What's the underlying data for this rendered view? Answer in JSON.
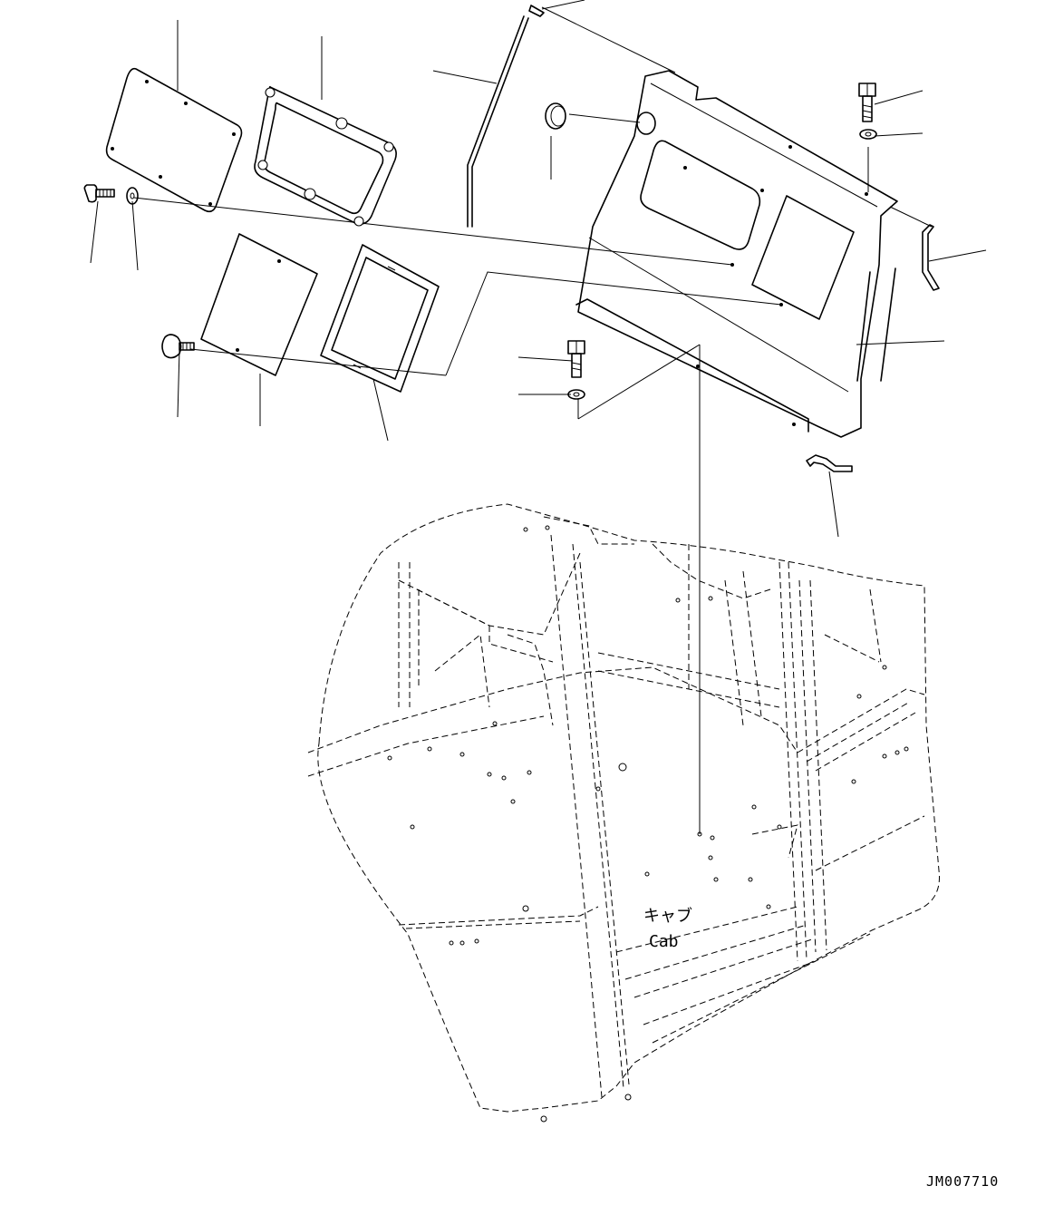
{
  "diagram": {
    "label_jp": "キャブ",
    "label_en": "Cab",
    "drawing_code": "JM007710"
  },
  "icons": [
    "bolt-icon",
    "washer-icon",
    "screw-icon",
    "cover-plate-icon",
    "gasket-icon",
    "panel-icon",
    "clip-icon"
  ]
}
